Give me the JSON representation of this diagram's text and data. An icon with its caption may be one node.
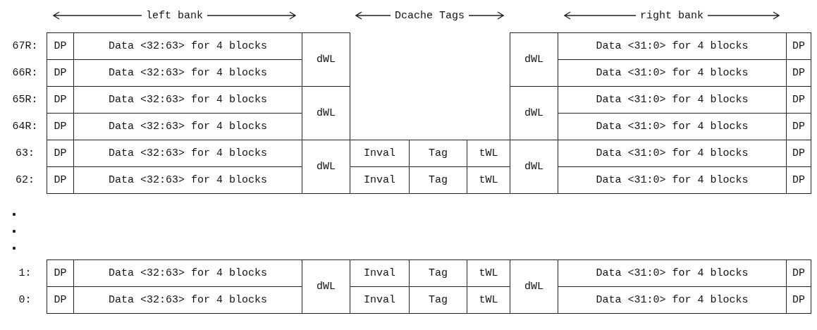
{
  "diagram": {
    "labels": [
      "left bank",
      "Dcache Tags",
      "right bank",
      "67R:",
      "DP",
      "Data <32:63> for 4 blocks",
      "Data <31:0> for 4 blocks",
      "DP",
      "dWL",
      "dWL",
      "66R:",
      "DP",
      "Data <32:63> for 4 blocks",
      "Data <31:0> for 4 blocks",
      "DP",
      "65R:",
      "DP",
      "Data <32:63> for 4 blocks",
      "Data <31:0> for 4 blocks",
      "DP",
      "dWL",
      "dWL",
      "64R:",
      "DP",
      "Data <32:63> for 4 blocks",
      "Data <31:0> for 4 blocks",
      "DP",
      "63:",
      "DP",
      "Data <32:63> for 4 blocks",
      "Inval",
      "Tag",
      "tWL",
      "Data <31:0> for 4 blocks",
      "DP",
      "dWL",
      "dWL",
      "62:",
      "DP",
      "Data <32:63> for 4 blocks",
      "Inval",
      "Tag",
      "tWL",
      "Data <31:0> for 4 blocks",
      "DP",
      "1:",
      "DP",
      "Data <32:63> for 4 blocks",
      "Inval",
      "Tag",
      "tWL",
      "Data <31:0> for 4 blocks",
      "DP",
      "dWL",
      "dWL",
      "0:",
      "DP",
      "Data <32:63> for 4 blocks",
      "Inval",
      "Tag",
      "tWL",
      "Data <31:0> for 4 blocks",
      "DP"
    ]
  }
}
